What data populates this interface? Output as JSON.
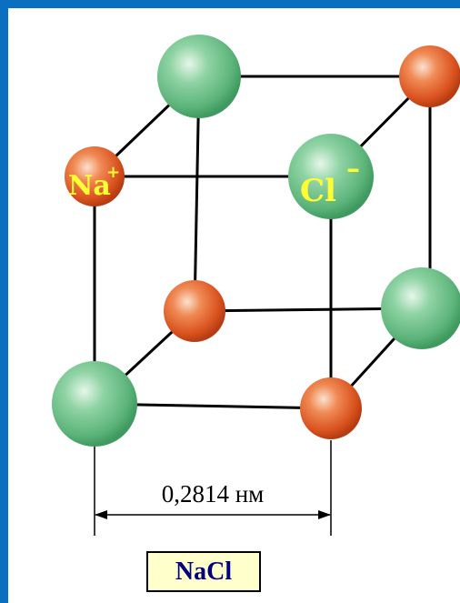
{
  "diagram": {
    "labels": {
      "na": "Na",
      "na_charge": "+",
      "cl": "Cl",
      "cl_charge": "–"
    },
    "distance_label": "0,2814 нм",
    "formula": "NaCl"
  },
  "colors": {
    "frame": "#0a6fc0",
    "sodium": "#e8612a",
    "chlorine": "#6cc08a",
    "label": "#ffff33",
    "formula_text": "#000080",
    "formula_bg": "#ffffcc"
  }
}
